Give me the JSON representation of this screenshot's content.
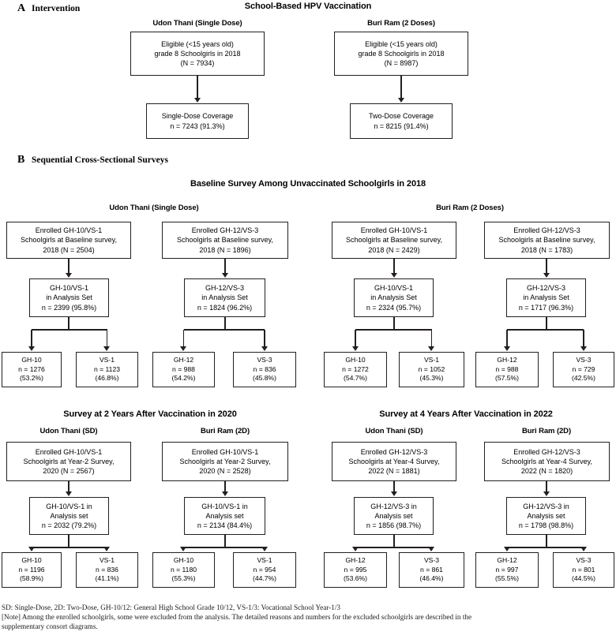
{
  "panelA": {
    "letter": "A",
    "label": "Intervention",
    "title": "School-Based HPV Vaccination",
    "columns": [
      {
        "heading": "Udon Thani (Single Dose)",
        "top": [
          "Eligible (<15 years old)",
          "grade 8 Schoolgirls in 2018",
          "(N = 7934)"
        ],
        "bottom": [
          "Single-Dose Coverage",
          "n = 7243 (91.3%)"
        ]
      },
      {
        "heading": "Buri Ram (2 Doses)",
        "top": [
          "Eligible (<15 years old)",
          "grade 8 Schoolgirls in 2018",
          "(N = 8987)"
        ],
        "bottom": [
          "Two-Dose Coverage",
          "n = 8215 (91.4%)"
        ]
      }
    ]
  },
  "panelB": {
    "letter": "B",
    "label": "Sequential Cross-Sectional Surveys",
    "sections": [
      {
        "title": "Baseline Survey Among Unvaccinated Schoolgirls in 2018"
      },
      {
        "title": "Survey at 2 Years After Vaccination in 2020"
      },
      {
        "title": "Survey at 4 Years After Vaccination in 2022"
      }
    ],
    "baseline": {
      "groupHeadings": [
        "Udon Thani (Single Dose)",
        "Buri Ram (2 Doses)"
      ],
      "columns": [
        {
          "enrolled": [
            "Enrolled GH-10/VS-1",
            "Schoolgirls at Baseline survey,",
            "2018 (N = 2504)"
          ],
          "analysis": [
            "GH-10/VS-1",
            "in Analysis Set",
            "n = 2399 (95.8%)"
          ],
          "leaves": [
            {
              "lines": [
                "GH-10",
                "n = 1276",
                "(53.2%)"
              ]
            },
            {
              "lines": [
                "VS-1",
                "n = 1123",
                "(46.8%)"
              ]
            }
          ]
        },
        {
          "enrolled": [
            "Enrolled GH-12/VS-3",
            "Schoolgirls at Baseline survey,",
            "2018 (N = 1896)"
          ],
          "analysis": [
            "GH-12/VS-3",
            "in Analysis Set",
            "n = 1824 (96.2%)"
          ],
          "leaves": [
            {
              "lines": [
                "GH-12",
                "n = 988",
                "(54.2%)"
              ]
            },
            {
              "lines": [
                "VS-3",
                "n = 836",
                "(45.8%)"
              ]
            }
          ]
        },
        {
          "enrolled": [
            "Enrolled GH-10/VS-1",
            "Schoolgirls at Baseline survey,",
            "2018 (N = 2429)"
          ],
          "analysis": [
            "GH-10/VS-1",
            "in Analysis Set",
            "n = 2324 (95.7%)"
          ],
          "leaves": [
            {
              "lines": [
                "GH-10",
                "n = 1272",
                "(54.7%)"
              ]
            },
            {
              "lines": [
                "VS-1",
                "n = 1052",
                "(45.3%)"
              ]
            }
          ]
        },
        {
          "enrolled": [
            "Enrolled GH-12/VS-3",
            "Schoolgirls at Baseline survey,",
            "2018 (N = 1783)"
          ],
          "analysis": [
            "GH-12/VS-3",
            "in Analysis Set",
            "n = 1717 (96.3%)"
          ],
          "leaves": [
            {
              "lines": [
                "GH-12",
                "n = 988",
                "(57.5%)"
              ]
            },
            {
              "lines": [
                "VS-3",
                "n = 729",
                "(42.5%)"
              ]
            }
          ]
        }
      ]
    },
    "followup": {
      "groupHeadings": [
        "Udon Thani (SD)",
        "Buri Ram (2D)",
        "Udon Thani (SD)",
        "Buri Ram (2D)"
      ],
      "columns": [
        {
          "enrolled": [
            "Enrolled GH-10/VS-1",
            "Schoolgirls at Year-2 Survey,",
            "2020 (N = 2567)"
          ],
          "analysis": [
            "GH-10/VS-1 in",
            "Analysis set",
            "n = 2032 (79.2%)"
          ],
          "leaves": [
            {
              "lines": [
                "GH-10",
                "n = 1196",
                "(58.9%)"
              ]
            },
            {
              "lines": [
                "VS-1",
                "n = 836",
                "(41.1%)"
              ]
            }
          ]
        },
        {
          "enrolled": [
            "Enrolled GH-10/VS-1",
            "Schoolgirls at Year-2 Survey,",
            "2020 (N = 2528)"
          ],
          "analysis": [
            "GH-10/VS-1 in",
            "Analysis set",
            "n = 2134 (84.4%)"
          ],
          "leaves": [
            {
              "lines": [
                "GH-10",
                "n = 1180",
                "(55.3%)"
              ]
            },
            {
              "lines": [
                "VS-1",
                "n = 954",
                "(44.7%)"
              ]
            }
          ]
        },
        {
          "enrolled": [
            "Enrolled GH-12/VS-3",
            "Schoolgirls at Year-4 Survey,",
            "2022 (N = 1881)"
          ],
          "analysis": [
            "GH-12/VS-3 in",
            "Analysis set",
            "n = 1856 (98.7%)"
          ],
          "leaves": [
            {
              "lines": [
                "GH-12",
                "n = 995",
                "(53.6%)"
              ]
            },
            {
              "lines": [
                "VS-3",
                "n = 861",
                "(46.4%)"
              ]
            }
          ]
        },
        {
          "enrolled": [
            "Enrolled GH-12/VS-3",
            "Schoolgirls at Year-4 Survey,",
            "2022 (N = 1820)"
          ],
          "analysis": [
            "GH-12/VS-3 in",
            "Analysis set",
            "n = 1798 (98.8%)"
          ],
          "leaves": [
            {
              "lines": [
                "GH-12",
                "n = 997",
                "(55.5%)"
              ]
            },
            {
              "lines": [
                "VS-3",
                "n = 801",
                "(44.5%)"
              ]
            }
          ]
        }
      ]
    }
  },
  "footnotes": [
    "SD: Single-Dose, 2D: Two-Dose, GH-10/12: General High School Grade 10/12, VS-1/3: Vocational School Year-1/3",
    "[Note] Among the enrolled schoolgirls, some were excluded from the analysis.  The detailed reasons and numbers for the excluded schoolgirls are described in the",
    "supplementary consort diagrams."
  ],
  "colors": {
    "stroke": "#231f20",
    "background": "#ffffff"
  }
}
